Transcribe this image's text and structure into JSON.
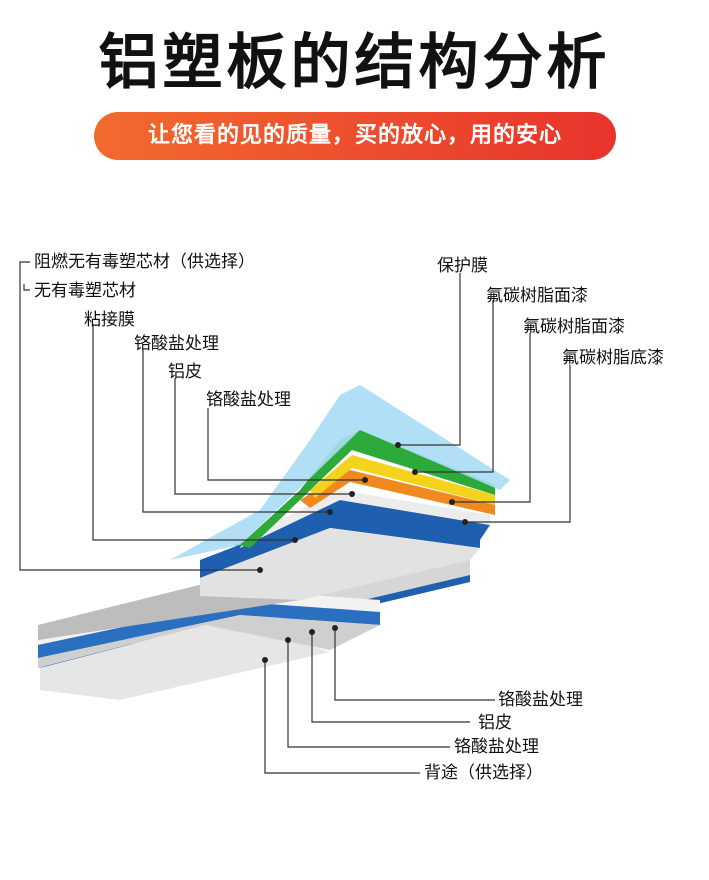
{
  "header": {
    "title": "铝塑板的结构分析",
    "subtitle": "让您看的见的质量，买的放心，用的安心"
  },
  "labels_left": [
    "阻燃无有毒塑芯材（供选择）",
    "无有毒塑芯材",
    "粘接膜",
    "铬酸盐处理",
    "铝皮",
    "铬酸盐处理"
  ],
  "labels_right": [
    "保护膜",
    "氟碳树脂面漆",
    "氟碳树脂面漆",
    "氟碳树脂底漆"
  ],
  "labels_bottom": [
    "铬酸盐处理",
    "铝皮",
    "铬酸盐处理",
    "背途（供选择）"
  ],
  "colors": {
    "protective_film": "#a9dcf5",
    "green_coat": "#2eaa3a",
    "yellow_coat": "#f5d21c",
    "orange_coat": "#f08a1e",
    "blue_skin": "#1f5fb0",
    "grey_core": "#d9d9d9"
  }
}
